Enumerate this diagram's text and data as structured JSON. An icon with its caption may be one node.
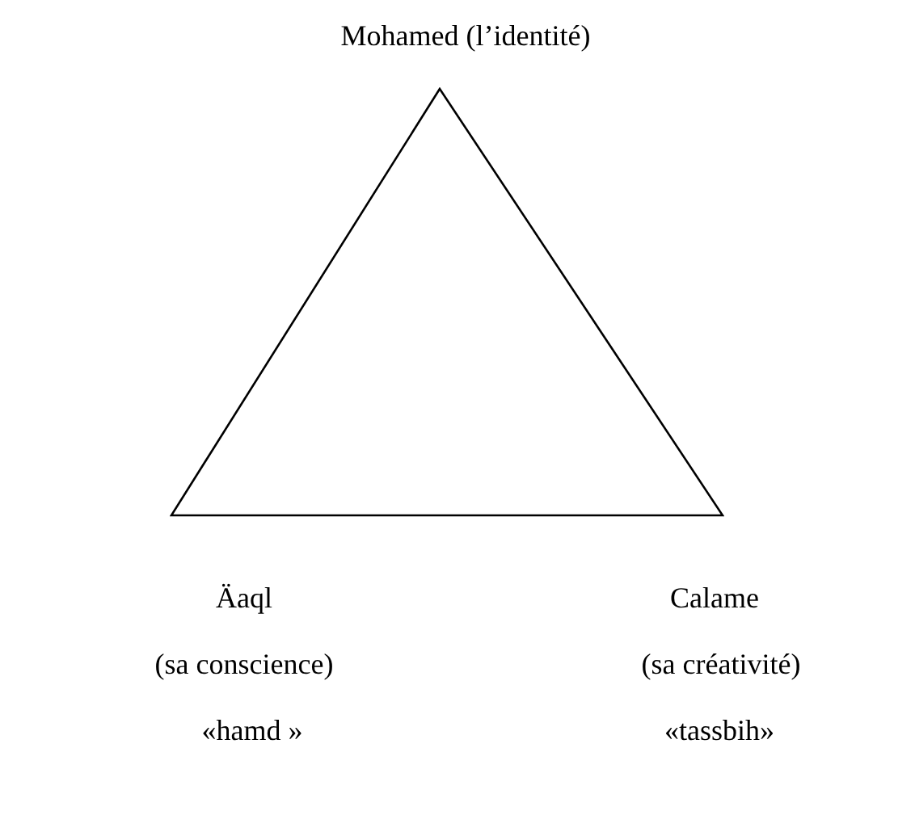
{
  "diagram": {
    "nodes": [
      {
        "text": [],
        "shape": "triangle"
      }
    ],
    "labels": [
      "Mohamed (l’identité)",
      "Äaql",
      "Calame",
      "(sa conscience)",
      "(sa créativité)",
      "«hamd »",
      "«tassbih»"
    ]
  }
}
